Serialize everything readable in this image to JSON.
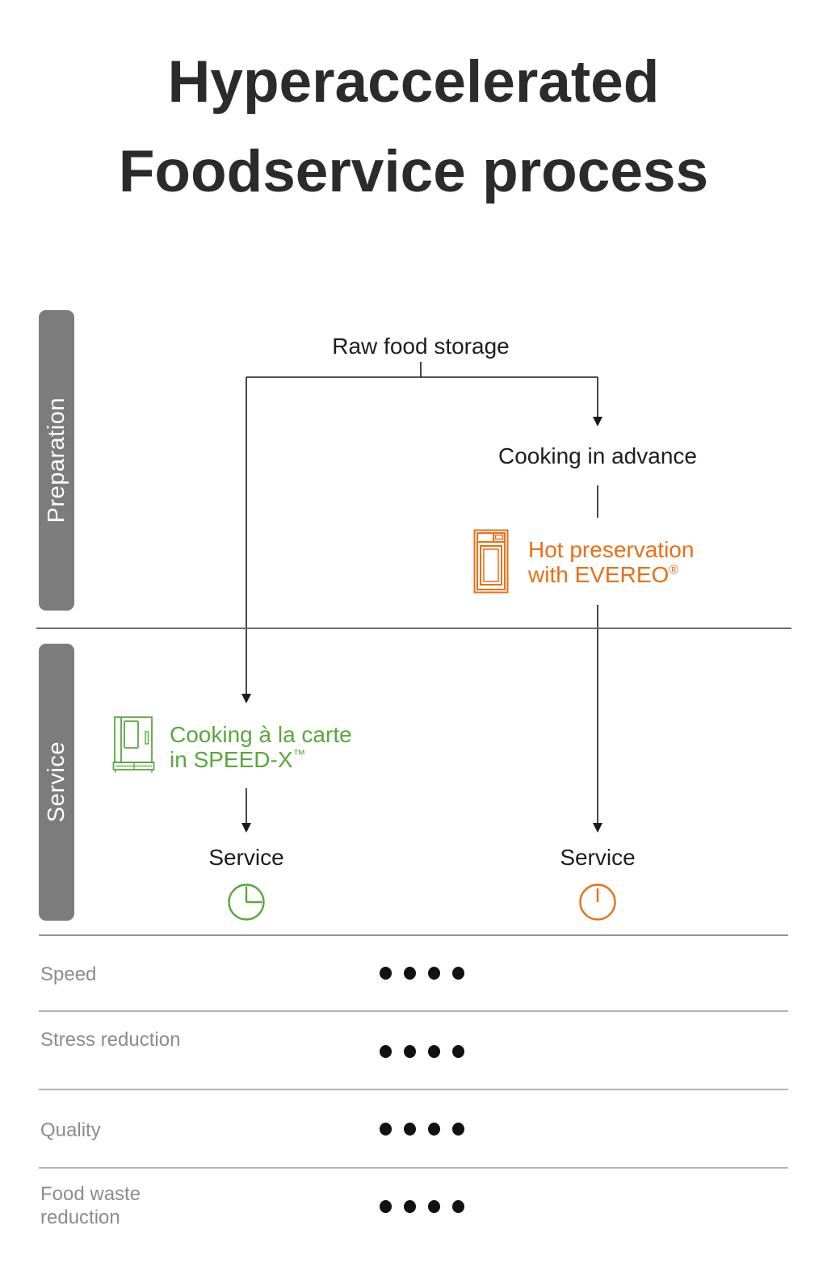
{
  "title": {
    "line1": "Hyperaccelerated",
    "line2": "Foodservice process"
  },
  "sections": {
    "preparation_label": "Preparation",
    "service_label": "Service"
  },
  "flow": {
    "raw_food_storage": "Raw food storage",
    "cooking_in_advance": "Cooking in advance",
    "hot_preservation_line1": "Hot preservation",
    "hot_preservation_line2": "with EVEREO",
    "evereo_symbol": "®",
    "cooking_alacarte_line1": "Cooking à la carte",
    "cooking_alacarte_line2": "in SPEED-X",
    "speedx_symbol": "™",
    "service_left": "Service",
    "service_right": "Service"
  },
  "icons": {
    "evereo": "evereo-holding-cabinet-icon",
    "speedx": "speedx-oven-icon",
    "clock_left": "clock-quarter-past-icon",
    "clock_right": "clock-twelve-icon"
  },
  "colors": {
    "orange": "#EB6F15",
    "green": "#5AA73C",
    "bar_gray": "#7C7C7C",
    "title_text": "#2B2B2B",
    "rating_label_gray": "#8C8C8C",
    "dot_black": "#111111"
  },
  "ratings": {
    "rows": [
      {
        "label": "Speed",
        "dots": 4
      },
      {
        "label": "Stress reduction",
        "dots": 4
      },
      {
        "label": "Quality",
        "dots": 4
      },
      {
        "label": "Food waste reduction",
        "dots": 4
      }
    ]
  }
}
